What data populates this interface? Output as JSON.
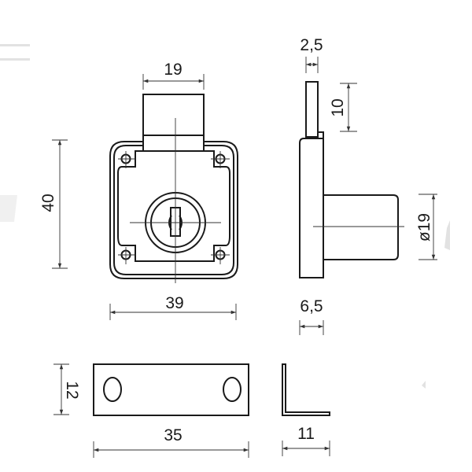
{
  "drawing": {
    "subject": "Cabinet drawer cam lock technical drawing",
    "units": "mm",
    "colors": {
      "line": "#1a1a1a",
      "background": "#ffffff",
      "watermark": "#e2e2e2"
    }
  },
  "front_view": {
    "dimensions": {
      "bolt_width": "19",
      "body_height": "40",
      "body_width": "39"
    }
  },
  "side_view": {
    "dimensions": {
      "bolt_thickness": "2,5",
      "bolt_protrusion": "10",
      "cylinder_diameter": "ø19",
      "plate_thickness": "6,5"
    }
  },
  "strike_plate": {
    "dimensions": {
      "height": "12",
      "width": "35"
    }
  },
  "strike_profile": {
    "dimensions": {
      "leg_length": "11"
    }
  }
}
